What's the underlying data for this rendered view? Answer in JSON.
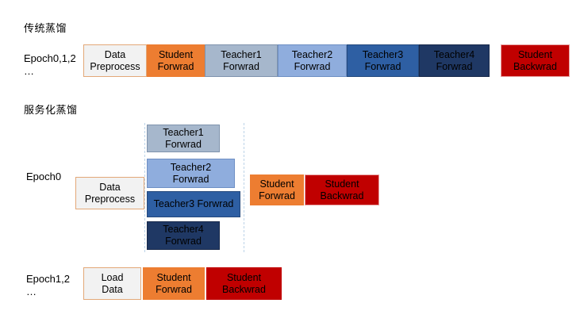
{
  "diagram": {
    "type": "timeline-gantt",
    "sections": [
      {
        "id": "traditional",
        "title": "传统蒸馏",
        "rows": [
          {
            "id": "epoch012",
            "epoch_label": "Epoch0,1,2",
            "epoch_dots": "…",
            "bars": [
              {
                "label": "Data\nPreprocess",
                "style": "fill-preprocess",
                "color": "#f2f2f2"
              },
              {
                "label": "Student\nForwrad",
                "style": "fill-student-fw",
                "color": "#ed7d31"
              },
              {
                "label": "Teacher1\nForwrad",
                "style": "fill-t1",
                "color": "#a6b7cc"
              },
              {
                "label": "Teacher2\nForwrad",
                "style": "fill-t2",
                "color": "#8faddd"
              },
              {
                "label": "Teacher3\nForwrad",
                "style": "fill-t3",
                "color": "#2e5fa3"
              },
              {
                "label": "Teacher4\nForwrad",
                "style": "fill-t4",
                "color": "#1f3864"
              },
              {
                "label": "Student\nBackwrad",
                "style": "fill-student-bw",
                "color": "#c00000"
              }
            ]
          }
        ]
      },
      {
        "id": "serviced",
        "title": "服务化蒸馏",
        "rows": [
          {
            "id": "epoch0",
            "epoch_label": "Epoch0",
            "epoch_dots": "",
            "bars": [
              {
                "label": "Data\nPreprocess",
                "style": "fill-preprocess",
                "color": "#f2f2f2"
              },
              {
                "label": "Teacher1\nForwrad",
                "style": "fill-t1",
                "color": "#a6b7cc"
              },
              {
                "label": "Teacher2\nForwrad",
                "style": "fill-t2",
                "color": "#8faddd"
              },
              {
                "label": "Teacher3 Forwrad",
                "style": "fill-t3",
                "color": "#2e5fa3"
              },
              {
                "label": "Teacher4\nForwrad",
                "style": "fill-t4",
                "color": "#1f3864"
              },
              {
                "label": "Student\nForwrad",
                "style": "fill-student-fw",
                "color": "#ed7d31"
              },
              {
                "label": "Student\nBackwrad",
                "style": "fill-student-bw",
                "color": "#c00000"
              }
            ]
          },
          {
            "id": "epoch12",
            "epoch_label": "Epoch1,2",
            "epoch_dots": "…",
            "bars": [
              {
                "label": "Load\nData",
                "style": "fill-loaddata",
                "color": "#f2f2f2"
              },
              {
                "label": "Student\nForwrad",
                "style": "fill-student-fw",
                "color": "#ed7d31"
              },
              {
                "label": "Student\nBackwrad",
                "style": "fill-student-bw-dark",
                "color": "#c00000"
              }
            ]
          }
        ]
      }
    ]
  },
  "labels": {
    "s1_title": "传统蒸馏",
    "s2_title": "服务化蒸馏",
    "epoch_012": "Epoch0,1,2",
    "epoch_012_dots": "…",
    "epoch_0": "Epoch0",
    "epoch_12": "Epoch1,2",
    "epoch_12_dots": "…",
    "data_preprocess": "Data\nPreprocess",
    "load_data": "Load\nData",
    "student_forward": "Student\nForwrad",
    "student_backward": "Student\nBackwrad",
    "teacher1_forward": "Teacher1\nForwrad",
    "teacher2_forward": "Teacher2\nForwrad",
    "teacher3_forward": "Teacher3\nForwrad",
    "teacher4_forward": "Teacher4\nForwrad",
    "teacher3_forward_wide": "Teacher3 Forwrad"
  },
  "colors": {
    "preprocess_fill": "#f2f2f2",
    "preprocess_border": "#e3a878",
    "student_forward": "#ed7d31",
    "teacher1": "#a6b7cc",
    "teacher2": "#8faddd",
    "teacher3": "#2e5fa3",
    "teacher4": "#1f3864",
    "student_backward": "#c00000",
    "guide_line": "#bcd3e8",
    "text": "#000000",
    "background": "#ffffff"
  }
}
